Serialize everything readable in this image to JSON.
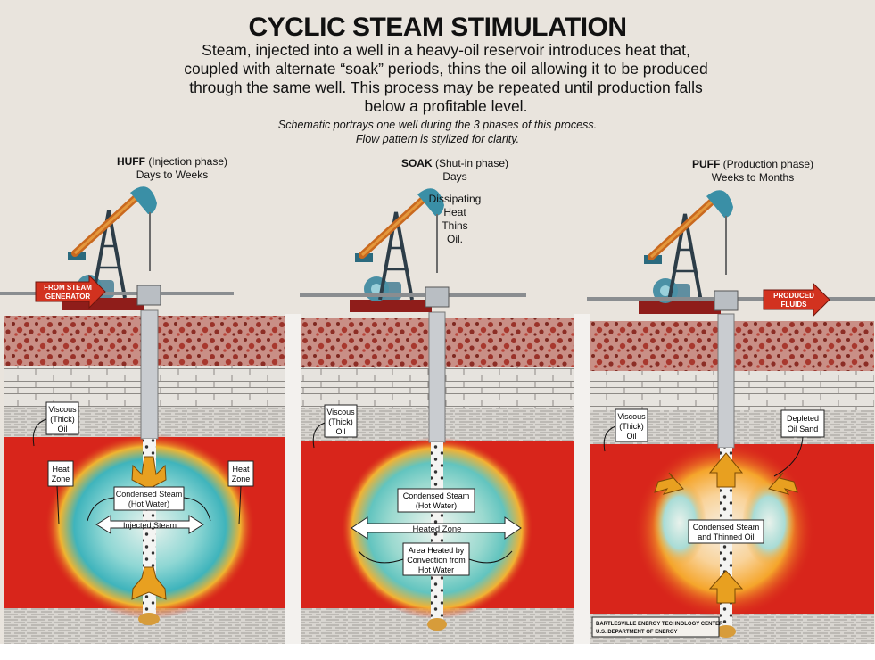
{
  "title": "CYCLIC STEAM STIMULATION",
  "intro": "Steam, injected into a well in a heavy-oil reservoir introduces heat that, coupled with alternate “soak” periods, thins the oil allowing it to be produced through the same well. This process may be repeated until production falls below a profitable level.",
  "note_line1": "Schematic portrays one well during the 3 phases of this process.",
  "note_line2": "Flow pattern is stylized for clarity.",
  "colors": {
    "background": "#e9e4dd",
    "reservoir": "#d8251b",
    "steam_zone": "#5cc6c8",
    "heat_halo": "#f5b530",
    "rock": "#b04a42",
    "arrow": "#e8a020",
    "pump_jack": "#3a8fa6"
  },
  "huff": {
    "name": "HUFF",
    "phase": "(Injection phase)",
    "duration": "Days to Weeks",
    "inlet_line1": "FROM STEAM",
    "inlet_line2": "GENERATOR",
    "viscous_l1": "Viscous",
    "viscous_l2": "(Thick)",
    "viscous_l3": "Oil",
    "heat_l1": "Heat",
    "heat_l2": "Zone",
    "condensed_l1": "Condensed Steam",
    "condensed_l2": "(Hot Water)",
    "injected": "Injected Steam"
  },
  "soak": {
    "name": "SOAK",
    "phase": "(Shut-in phase)",
    "duration": "Days",
    "dissipating_l1": "Dissipating",
    "dissipating_l2": "Heat",
    "dissipating_l3": "Thins",
    "dissipating_l4": "Oil.",
    "viscous_l1": "Viscous",
    "viscous_l2": "(Thick)",
    "viscous_l3": "Oil",
    "condensed_l1": "Condensed Steam",
    "condensed_l2": "(Hot Water)",
    "heated_zone": "Heated Zone",
    "area_l1": "Area Heated by",
    "area_l2": "Convection from",
    "area_l3": "Hot Water"
  },
  "puff": {
    "name": "PUFF",
    "phase": "(Production phase)",
    "duration": "Weeks to Months",
    "outlet_line1": "PRODUCED",
    "outlet_line2": "FLUIDS",
    "viscous_l1": "Viscous",
    "viscous_l2": "(Thick)",
    "viscous_l3": "Oil",
    "depleted_l1": "Depleted",
    "depleted_l2": "Oil Sand",
    "condensed_l1": "Condensed Steam",
    "condensed_l2": "and Thinned Oil"
  },
  "credit_line1": "BARTLESVILLE ENERGY TECHNOLOGY CENTER",
  "credit_line2": "U.S. DEPARTMENT OF ENERGY"
}
